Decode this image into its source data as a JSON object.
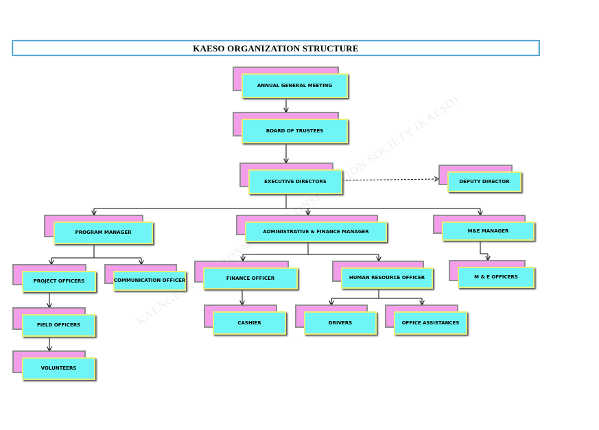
{
  "title": "KAESO ORGANIZATION STRUCTURE",
  "watermark": "KAENGESA ENVIRONMENTAL CONSERVATION SOCIETY (KAESO)",
  "colors": {
    "box_front": "#6ff5f5",
    "box_back": "#f29ee9",
    "box_border": "#e8ee7a",
    "title_border": "#5aa9d6"
  },
  "nodes": [
    {
      "id": "agm",
      "label": "ANNUAL GENERAL MEETING"
    },
    {
      "id": "bot",
      "label": "BOARD OF TRUSTEES"
    },
    {
      "id": "exec",
      "label": "EXECUTIVE DIRECTORS"
    },
    {
      "id": "deputy",
      "label": "DEPUTY DIRECTOR"
    },
    {
      "id": "pm",
      "label": "PROGRAM MANAGER"
    },
    {
      "id": "afm",
      "label": "ADMINISTRATIVE & FINANCE MANAGER"
    },
    {
      "id": "me",
      "label": "M&E MANAGER"
    },
    {
      "id": "po",
      "label": "PROJECT OFFICERS"
    },
    {
      "id": "co",
      "label": "COMMUNICATION OFFICER"
    },
    {
      "id": "fo",
      "label": "FINANCE OFFICER"
    },
    {
      "id": "hro",
      "label": "HUMAN RESOURCE OFFICER"
    },
    {
      "id": "meo",
      "label": "M & E OFFICERS"
    },
    {
      "id": "field",
      "label": "FIELD OFFICERS"
    },
    {
      "id": "cashier",
      "label": "CASHIER"
    },
    {
      "id": "drivers",
      "label": "DRIVERS"
    },
    {
      "id": "office",
      "label": "OFFICE ASSISTANCES"
    },
    {
      "id": "vol",
      "label": "VOLUNTEERS"
    }
  ],
  "edges": [
    {
      "from": "agm",
      "to": "bot"
    },
    {
      "from": "bot",
      "to": "exec"
    },
    {
      "from": "exec",
      "to": "deputy",
      "style": "dashed"
    },
    {
      "from": "exec",
      "to": "pm"
    },
    {
      "from": "exec",
      "to": "afm"
    },
    {
      "from": "exec",
      "to": "me"
    },
    {
      "from": "pm",
      "to": "po"
    },
    {
      "from": "pm",
      "to": "co"
    },
    {
      "from": "afm",
      "to": "fo"
    },
    {
      "from": "afm",
      "to": "hro"
    },
    {
      "from": "me",
      "to": "meo"
    },
    {
      "from": "po",
      "to": "field"
    },
    {
      "from": "fo",
      "to": "cashier"
    },
    {
      "from": "hro",
      "to": "drivers"
    },
    {
      "from": "hro",
      "to": "office"
    },
    {
      "from": "field",
      "to": "vol"
    }
  ]
}
